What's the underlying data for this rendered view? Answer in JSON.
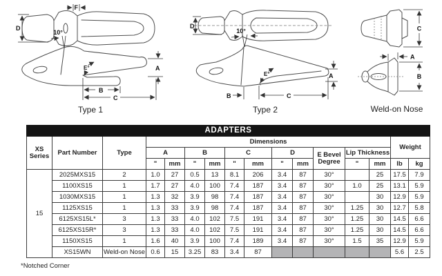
{
  "figures": {
    "type1": {
      "label": "Type 1",
      "angle": "10°",
      "dim_a": "A",
      "dim_b": "B",
      "dim_c": "C",
      "dim_d": "D",
      "dim_e": "E°",
      "dim_f": "F"
    },
    "type2": {
      "label": "Type 2",
      "angle": "10°",
      "dim_a": "A",
      "dim_b": "B",
      "dim_c": "C",
      "dim_d": "D",
      "dim_e": "E°"
    },
    "weldon": {
      "label": "Weld-on Nose",
      "dim_a": "A",
      "dim_b": "B",
      "dim_c": "C"
    }
  },
  "table": {
    "title": "ADAPTERS",
    "headers": {
      "series_line1": "XS",
      "series_line2": "Series",
      "part_number": "Part Number",
      "type": "Type",
      "dimensions": "Dimensions",
      "dim_a": "A",
      "dim_b": "B",
      "dim_c": "C",
      "dim_d": "D",
      "e_bevel_line1": "E Bevel",
      "e_bevel_line2": "Degree",
      "lip_thickness": "Lip Thickness",
      "weight": "Weight",
      "unit_in": "\"",
      "unit_mm": "mm",
      "unit_lb": "lb",
      "unit_kg": "kg"
    },
    "series_value": "15",
    "na_cols": [
      "d_in",
      "d_mm",
      "bevel",
      "lip_in",
      "lip_mm"
    ],
    "rows": [
      {
        "part": "2025MXS15",
        "link": true,
        "type": "2",
        "a_in": "1.0",
        "a_mm": "27",
        "b_in": "0.5",
        "b_mm": "13",
        "c_in": "8.1",
        "c_mm": "206",
        "d_in": "3.4",
        "d_mm": "87",
        "bevel": "30°",
        "lip_in": "",
        "lip_mm": "25",
        "lb": "17.5",
        "kg": "7.9"
      },
      {
        "part": "1100XS15",
        "type": "1",
        "a_in": "1.7",
        "a_mm": "27",
        "b_in": "4.0",
        "b_mm": "100",
        "c_in": "7.4",
        "c_mm": "187",
        "d_in": "3.4",
        "d_mm": "87",
        "bevel": "30°",
        "lip_in": "1.0",
        "lip_mm": "25",
        "lb": "13.1",
        "kg": "5.9"
      },
      {
        "part": "1030MXS15",
        "type": "1",
        "a_in": "1.3",
        "a_mm": "32",
        "b_in": "3.9",
        "b_mm": "98",
        "c_in": "7.4",
        "c_mm": "187",
        "d_in": "3.4",
        "d_mm": "87",
        "bevel": "30°",
        "lip_in": "",
        "lip_mm": "30",
        "lb": "12.9",
        "kg": "5.9"
      },
      {
        "part": "1125XS15",
        "type": "1",
        "a_in": "1.3",
        "a_mm": "33",
        "b_in": "3.9",
        "b_mm": "98",
        "c_in": "7.4",
        "c_mm": "187",
        "d_in": "3.4",
        "d_mm": "87",
        "bevel": "30°",
        "lip_in": "1.25",
        "lip_mm": "30",
        "lb": "12.7",
        "kg": "5.8"
      },
      {
        "part": "6125XS15L*",
        "type": "3",
        "a_in": "1.3",
        "a_mm": "33",
        "b_in": "4.0",
        "b_mm": "102",
        "c_in": "7.5",
        "c_mm": "191",
        "d_in": "3.4",
        "d_mm": "87",
        "bevel": "30°",
        "lip_in": "1.25",
        "lip_mm": "30",
        "lb": "14.5",
        "kg": "6.6"
      },
      {
        "part": "6125XS15R*",
        "type": "3",
        "a_in": "1.3",
        "a_mm": "33",
        "b_in": "4.0",
        "b_mm": "102",
        "c_in": "7.5",
        "c_mm": "191",
        "d_in": "3.4",
        "d_mm": "87",
        "bevel": "30°",
        "lip_in": "1.25",
        "lip_mm": "30",
        "lb": "14.5",
        "kg": "6.6"
      },
      {
        "part": "1150XS15",
        "type": "1",
        "a_in": "1.6",
        "a_mm": "40",
        "b_in": "3.9",
        "b_mm": "100",
        "c_in": "7.4",
        "c_mm": "189",
        "d_in": "3.4",
        "d_mm": "87",
        "bevel": "30°",
        "lip_in": "1.5",
        "lip_mm": "35",
        "lb": "12.9",
        "kg": "5.9"
      },
      {
        "part": "XS15WN",
        "type": "Weld-on Nose",
        "na": true,
        "a_in": "0.6",
        "a_mm": "15",
        "b_in": "3.25",
        "b_mm": "83",
        "c_in": "3.4",
        "c_mm": "87",
        "d_in": "",
        "d_mm": "",
        "bevel": "",
        "lip_in": "",
        "lip_mm": "",
        "lb": "5.6",
        "kg": "2.5"
      }
    ],
    "footnote": "*Notched Corner"
  },
  "colors": {
    "link_blue": "#2f62a8",
    "title_bg": "#141414",
    "na_gray": "#b4b4b6"
  }
}
